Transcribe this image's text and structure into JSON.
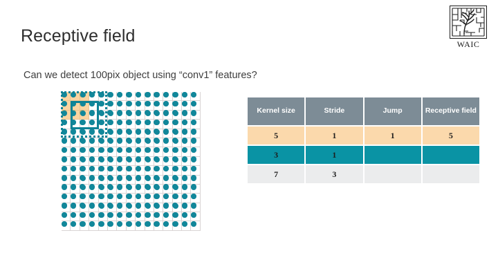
{
  "slide": {
    "title": "Receptive field",
    "subtitle": "Can we detect 100pix object using “conv1” features?"
  },
  "logo": {
    "name": "waic-logo",
    "text": "WAIC"
  },
  "figure": {
    "name": "feature-map-grid",
    "grid_cols": 15,
    "grid_rows": 15,
    "dot_color": "#11879a",
    "grid_line_color": "#d9d4d4",
    "overlays": [
      {
        "name": "input-patch-highlight",
        "shape": "rect",
        "size_cells": 3,
        "color": "#f7b968",
        "style": "filled"
      },
      {
        "name": "receptive-field-box",
        "shape": "rect",
        "size_cells": 5,
        "color": "#0d8296",
        "style": "dotted"
      },
      {
        "name": "kernel-window-box",
        "shape": "rect",
        "size_cells": 3,
        "color": "#0d8296",
        "style": "solid"
      }
    ]
  },
  "table": {
    "name": "receptive-field-table",
    "headers": [
      "Kernel size",
      "Stride",
      "Jump",
      "Receptive field"
    ],
    "header_bg": "#7d8c96",
    "rows": [
      {
        "style": "row-peach",
        "bg": "#fbd9ac",
        "cells": [
          "5",
          "1",
          "1",
          "5"
        ]
      },
      {
        "style": "row-teal",
        "bg": "#0a93a4",
        "cells": [
          "3",
          "1",
          "",
          ""
        ]
      },
      {
        "style": "row-gray",
        "bg": "#ebeced",
        "cells": [
          "7",
          "3",
          "",
          ""
        ]
      }
    ]
  }
}
